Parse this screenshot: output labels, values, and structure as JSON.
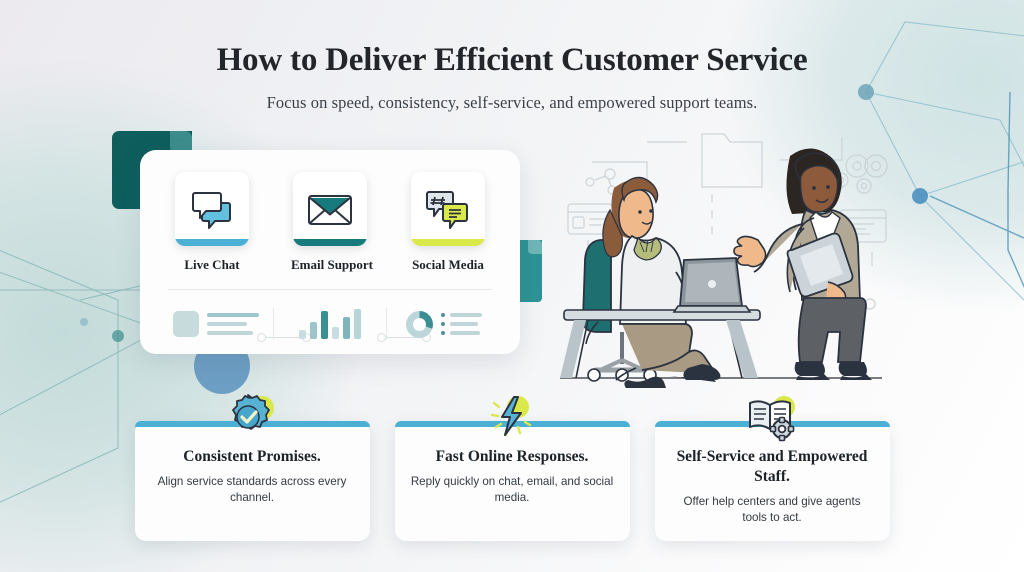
{
  "header": {
    "title": "How to Deliver Efficient Customer Service",
    "subtitle": "Focus on speed, consistency, self-service, and empowered support teams."
  },
  "hero_card": {
    "channels": [
      {
        "label": "Live Chat",
        "icon": "chat-bubbles-icon",
        "accent": "#4cb0d4"
      },
      {
        "label": "Email Support",
        "icon": "envelope-icon",
        "accent": "#177a7c"
      },
      {
        "label": "Social Media",
        "icon": "hashtag-bubble-icon",
        "accent": "#dbe84a"
      }
    ],
    "widgets": {
      "media_block": {
        "icon": "image-placeholder-icon",
        "line_widths": [
          52,
          40,
          46
        ]
      },
      "bar_chart": {
        "icon": "bar-chart-icon",
        "values": [
          9,
          17,
          28,
          12,
          22,
          30
        ],
        "colors": [
          "#c7dde0",
          "#9dc6ca",
          "#3b8f92",
          "#c7dde0",
          "#7fb6bb",
          "#b9d4d8"
        ]
      },
      "donut_list": {
        "icon": "donut-chart-icon",
        "donut_percent": 30,
        "list_rows": 3
      }
    }
  },
  "illustration": {
    "name": "two-women-office-illustration",
    "elements": [
      "seated-woman-with-laptop",
      "standing-woman-with-tablet",
      "desk",
      "office-chair",
      "folder-outline-icon",
      "gear-outline-icon",
      "window-outline-icon",
      "node-network-icon"
    ]
  },
  "feature_cards": [
    {
      "title": "Consistent Promises.",
      "description": "Align service standards across every channel.",
      "icon": "verified-badge-check-icon",
      "accent": "#4cb0d4"
    },
    {
      "title": "Fast Online Responses.",
      "description": "Reply quickly on chat, email, and social media.",
      "icon": "lightning-bolt-icon",
      "accent": "#4cb0d4"
    },
    {
      "title": "Self-Service and Empowered Staff.",
      "description": "Offer help centers and give agents tools to act.",
      "icon": "open-book-gear-icon",
      "accent": "#4cb0d4"
    }
  ],
  "colors": {
    "accent_blue": "#4cb0d4",
    "deep_teal": "#177a7c",
    "lime": "#dbe84a",
    "dark_teal_shape": "#0e5e5e",
    "blue_circle": "#6d9fc4",
    "text_dark": "#1d2228",
    "background": "#f2f2f5"
  }
}
